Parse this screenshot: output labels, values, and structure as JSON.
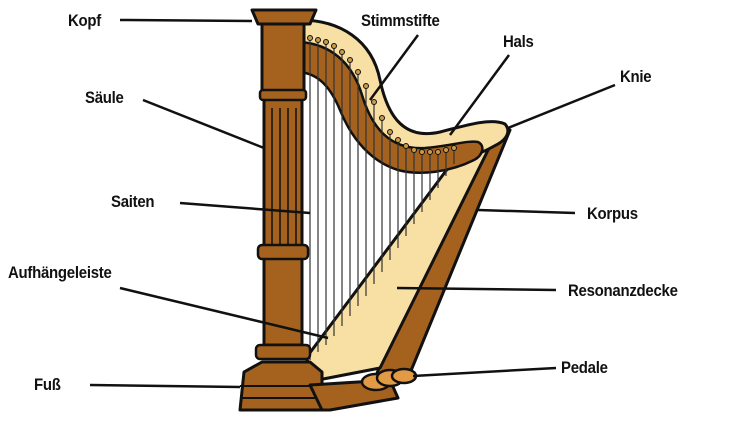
{
  "diagram": {
    "subject": "Harfe",
    "colors": {
      "wood": "#a5621f",
      "wood_dark": "#7a4515",
      "soundboard": "#f8dfa3",
      "pedal": "#e39a45",
      "outline": "#111111",
      "string": "#333333"
    },
    "labels": [
      {
        "id": "kopf",
        "text": "Kopf"
      },
      {
        "id": "saeule",
        "text": "Säule"
      },
      {
        "id": "saiten",
        "text": "Saiten"
      },
      {
        "id": "aufhaengeleiste",
        "text": "Aufhängeleiste"
      },
      {
        "id": "fuss",
        "text": "Fuß"
      },
      {
        "id": "stimmstifte",
        "text": "Stimmstifte"
      },
      {
        "id": "hals",
        "text": "Hals"
      },
      {
        "id": "knie",
        "text": "Knie"
      },
      {
        "id": "korpus",
        "text": "Korpus"
      },
      {
        "id": "resonanzdecke",
        "text": "Resonanzdecke"
      },
      {
        "id": "pedale",
        "text": "Pedale"
      }
    ]
  }
}
